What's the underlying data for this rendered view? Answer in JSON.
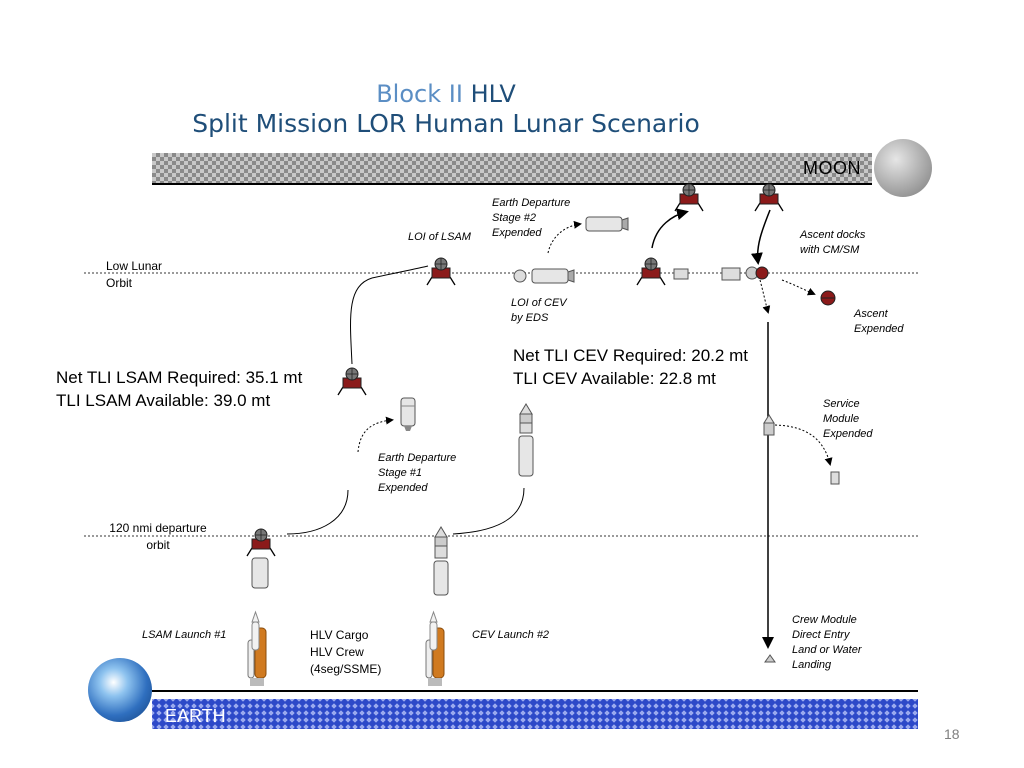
{
  "title": {
    "block": "Block II",
    "hlv": "HLV",
    "line2": "Split Mission LOR Human Lunar Scenario"
  },
  "moon_label": "MOON",
  "earth_label": "EARTH",
  "orbits": {
    "low_lunar_1": "Low Lunar",
    "low_lunar_2": "Orbit",
    "departure_1": "120 nmi departure",
    "departure_2": "orbit"
  },
  "labels": {
    "eds2_1": "Earth Departure",
    "eds2_2": "Stage #2",
    "eds2_3": "Expended",
    "loi_lsam": "LOI of LSAM",
    "ascent_docks_1": "Ascent  docks",
    "ascent_docks_2": "with CM/SM",
    "loi_cev_1": "LOI of CEV",
    "loi_cev_2": "by EDS",
    "ascent_exp_1": "Ascent",
    "ascent_exp_2": "Expended",
    "eds1_1": "Earth Departure",
    "eds1_2": "Stage #1",
    "eds1_3": "Expended",
    "sm_exp_1": "Service",
    "sm_exp_2": "Module",
    "sm_exp_3": "Expended",
    "crew_1": "Crew Module",
    "crew_2": "Direct Entry",
    "crew_3": "Land or Water",
    "crew_4": "Landing",
    "lsam_launch": "LSAM Launch #1",
    "cev_launch": "CEV Launch #2",
    "hlv_1": "HLV Cargo",
    "hlv_2": "HLV Crew",
    "hlv_3": "(4seg/SSME)"
  },
  "stats": {
    "lsam_req": "Net TLI LSAM Required: 35.1 mt",
    "lsam_avail": "TLI LSAM Available: 39.0 mt",
    "cev_req": "Net TLI CEV Required: 20.2 mt",
    "cev_avail": "TLI CEV Available: 22.8 mt"
  },
  "page_number": "18",
  "colors": {
    "title": "#1f4e79",
    "title_light": "#5b8ec4",
    "moon_band": "#8a8a8a",
    "earth_band": "#2d49c8",
    "lander": "#8b1a1a"
  }
}
